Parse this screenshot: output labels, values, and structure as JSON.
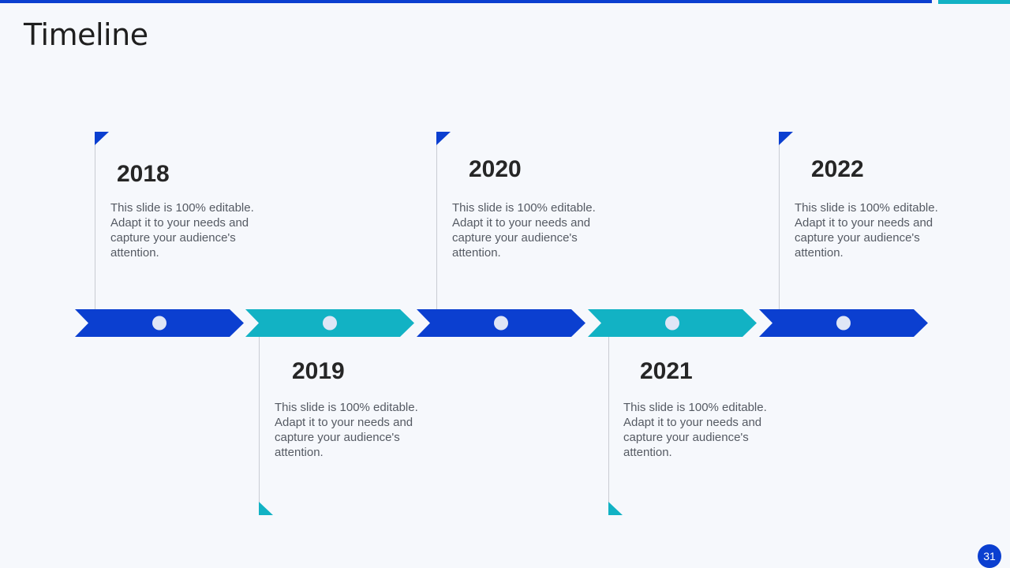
{
  "title": "Timeline",
  "page_number": "31",
  "colors": {
    "blue": "#0b3fd0",
    "teal": "#12b2c4",
    "dot": "#dfe6f6"
  },
  "milestones": [
    {
      "year": "2018",
      "text": "This slide is 100% editable. Adapt it to your needs and capture your audience's attention.",
      "color": "blue"
    },
    {
      "year": "2019",
      "text": "This slide is 100% editable. Adapt it to your needs and capture your audience's attention.",
      "color": "teal"
    },
    {
      "year": "2020",
      "text": "This slide is 100% editable. Adapt it to your needs and capture your audience's attention.",
      "color": "blue"
    },
    {
      "year": "2021",
      "text": "This slide is 100% editable. Adapt it to your needs and capture your audience's attention.",
      "color": "teal"
    },
    {
      "year": "2022",
      "text": "This slide is 100% editable. Adapt it to your needs and capture your audience's attention.",
      "color": "blue"
    }
  ]
}
